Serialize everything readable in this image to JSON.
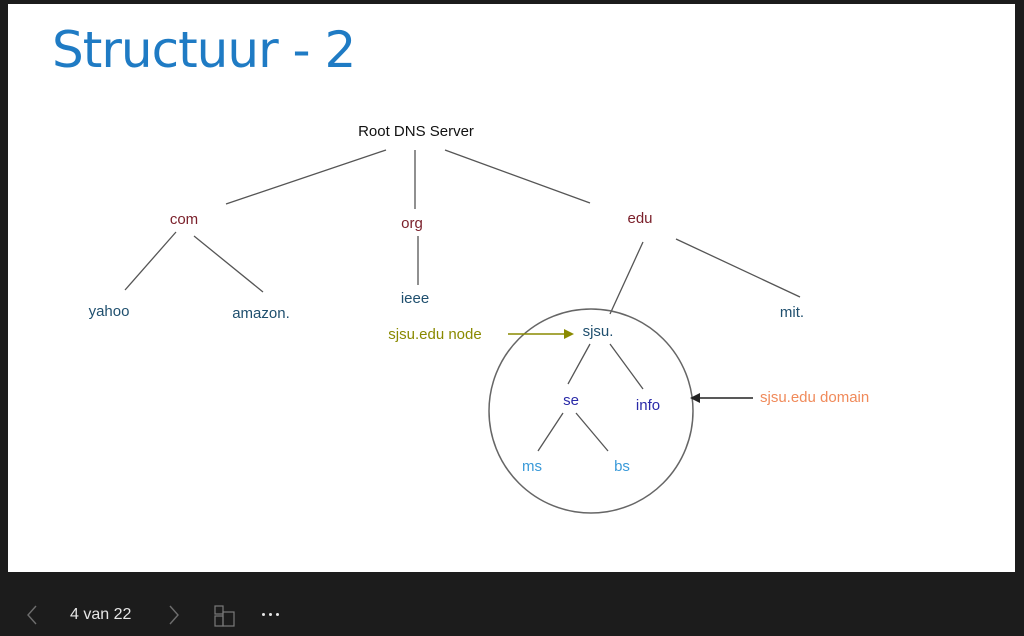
{
  "slide": {
    "title": "Structuur - 2",
    "diagram": {
      "root": "Root DNS Server",
      "com": "com",
      "org": "org",
      "edu": "edu",
      "yahoo": "yahoo",
      "amazon": "amazon.",
      "ieee": "ieee",
      "sjsu": "sjsu.",
      "mit": "mit.",
      "se": "se",
      "info": "info",
      "ms": "ms",
      "bs": "bs",
      "node_annotation": "sjsu.edu node",
      "domain_annotation": "sjsu.edu domain"
    },
    "colors": {
      "title": "#1f7bc4",
      "tld": "#7a1f2a",
      "second_level": "#1f4f6e",
      "sjsu_sub": "#2a2aa8",
      "leaf": "#3a9ad9",
      "node_annotation": "#8a8a00",
      "domain_annotation": "#f08a5a"
    }
  },
  "toolbar": {
    "page_counter": "4 van 22",
    "icons": {
      "prev": "chevron-left-icon",
      "next": "chevron-right-icon",
      "thumbnails": "thumbnails-icon",
      "more": "more-icon"
    }
  }
}
